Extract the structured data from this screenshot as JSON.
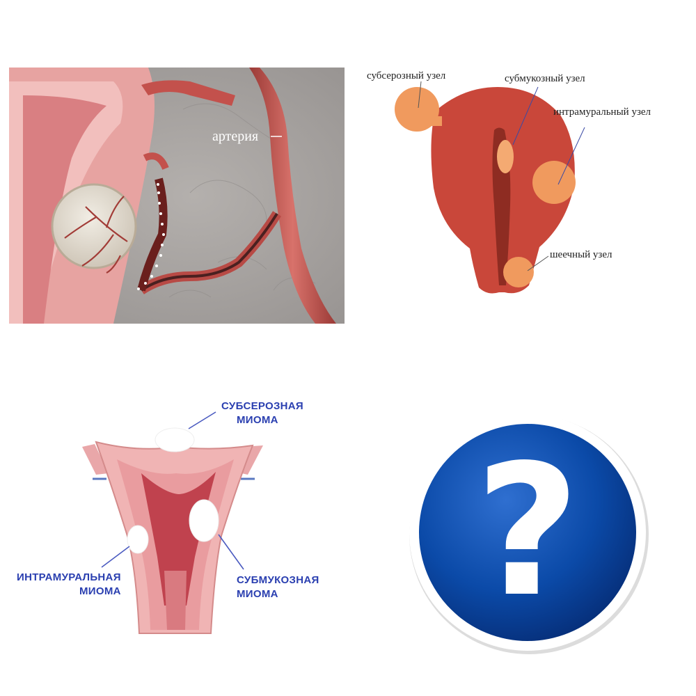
{
  "panel_top_left": {
    "artery_label": "артерия"
  },
  "panel_top_right": {
    "subserous_label": "субсерозный узел",
    "submucous_label": "субмукозный узел",
    "intramural_label": "интрамуральный узел",
    "cervical_label": "шеечный узел"
  },
  "panel_bottom_left": {
    "subserous_line1": "СУБСЕРОЗНАЯ",
    "subserous_line2": "МИОМА",
    "intramural_line1": "ИНТРАМУРАЛЬНАЯ",
    "intramural_line2": "МИОМА",
    "submucous_line1": "СУБМУКОЗНАЯ",
    "submucous_line2": "МИОМА"
  },
  "panel_bottom_right": {
    "symbol": "?"
  },
  "colors": {
    "uterus_dark": "#c9473a",
    "node_orange": "#f09a5e",
    "label_blue": "#2a3fb0",
    "circle_blue": "#0b4aa8",
    "artery_red": "#b84a45",
    "tissue_pink": "#e8a0a0",
    "bg_gray": "#a9a5a3"
  }
}
